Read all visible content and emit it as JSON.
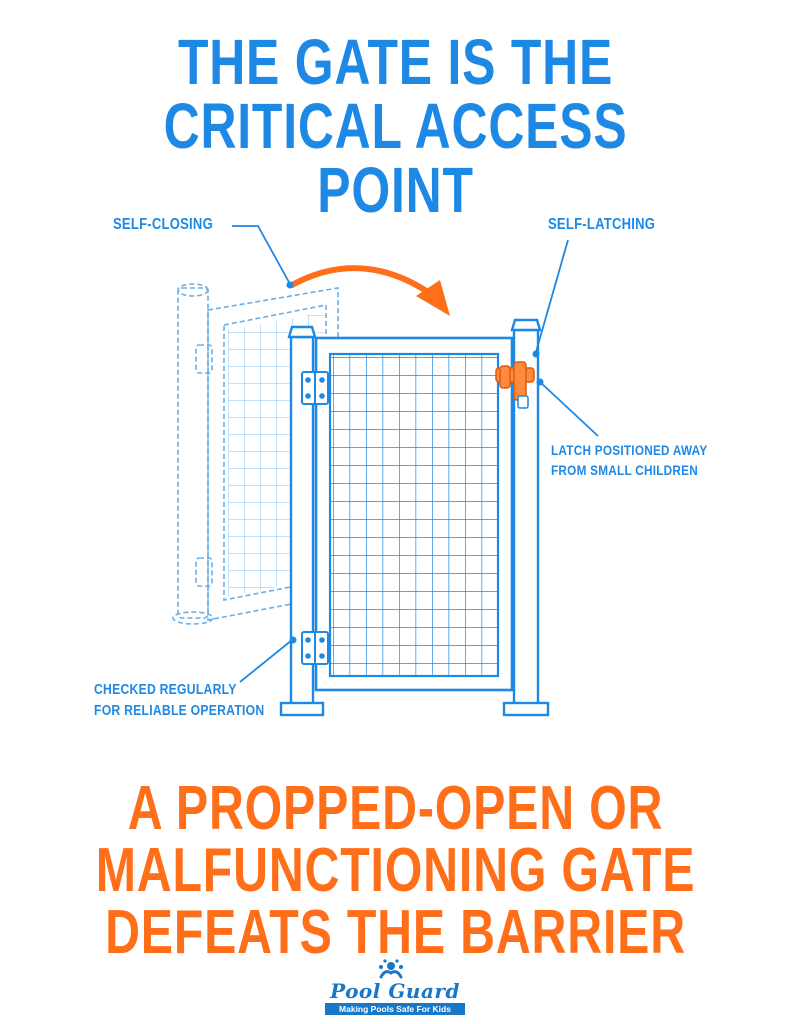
{
  "title": {
    "lines": [
      "THE GATE IS THE",
      "CRITICAL ACCESS POINT"
    ]
  },
  "labels": {
    "self_closing": "SELF-CLOSING",
    "self_latching": "SELF-LATCHING",
    "latch_position": [
      "LATCH POSITIONED AWAY",
      "FROM SMALL CHILDREN"
    ],
    "checked": [
      "CHECKED REGULARLY",
      "FOR RELIABLE OPERATION"
    ]
  },
  "warning": {
    "lines": [
      "A PROPPED-OPEN OR",
      "MALFUNCTIONING GATE",
      "DEFEATS THE BARRIER"
    ]
  },
  "logo": {
    "name": "Pool Guard",
    "tagline": "Making Pools Safe For Kids"
  },
  "colors": {
    "blue": "#1e88e5",
    "orange": "#ff6f1a",
    "logo_blue": "#1977c8"
  },
  "icons": {
    "arrow": "curved-arrow-icon",
    "latch": "latch-icon",
    "hinge": "hinge-icon",
    "logo_mark": "water-splash-icon"
  }
}
